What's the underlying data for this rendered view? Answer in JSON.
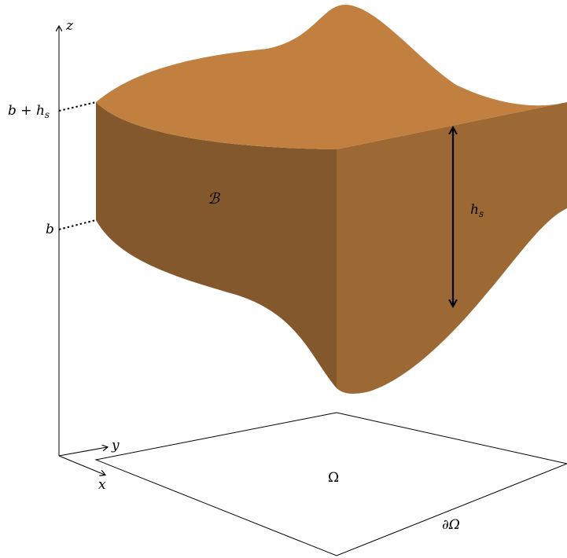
{
  "colors": {
    "top_face": "#c1803f",
    "left_face": "#83582c",
    "right_face": "#9c6934",
    "line": "#000000"
  },
  "axes": {
    "z_label": "z",
    "y_label": "y",
    "x_label": "x"
  },
  "levels": {
    "upper": {
      "base": "b",
      "plus": " + ",
      "h": "h",
      "sub": "s"
    },
    "lower": "b"
  },
  "body_label": "ℬ",
  "thickness": {
    "h": "h",
    "sub": "s"
  },
  "domain_label": "Ω",
  "boundary_label": "∂Ω"
}
